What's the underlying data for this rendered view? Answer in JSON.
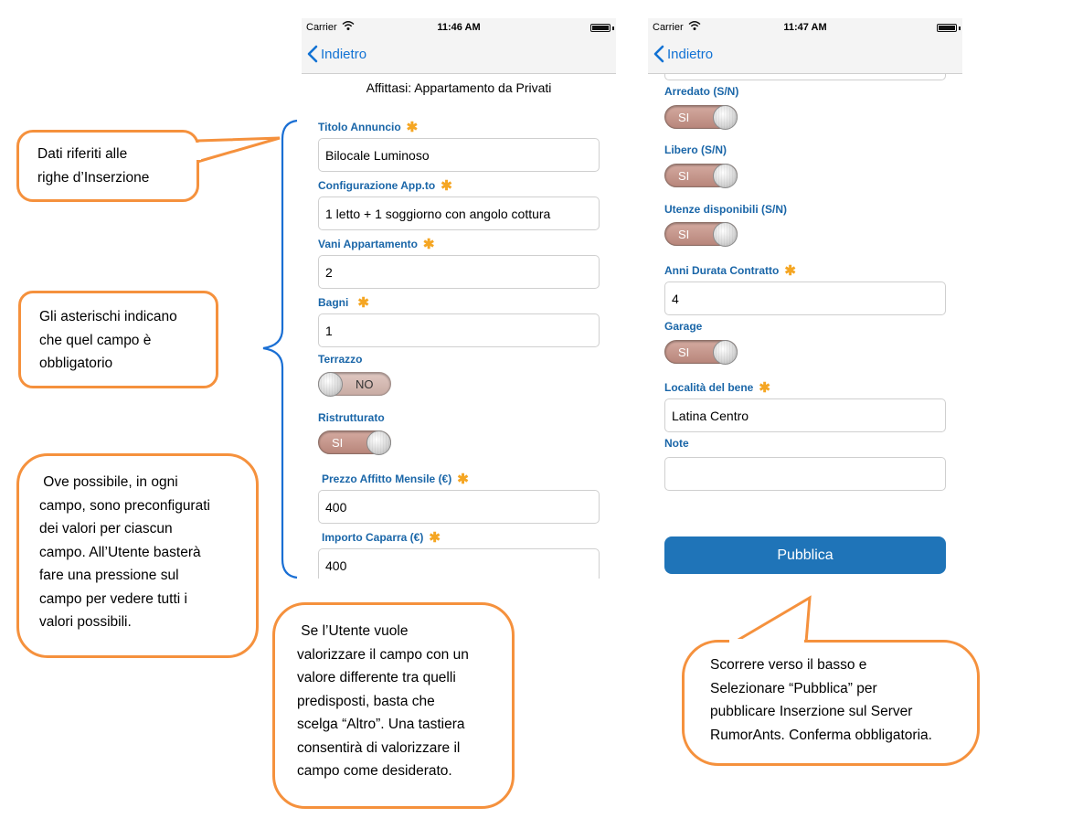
{
  "phone_left": {
    "status": {
      "carrier": "Carrier",
      "time": "11:46 AM"
    },
    "nav": {
      "back": "Indietro"
    },
    "title": "Affittasi: Appartamento da Privati",
    "fields": {
      "titolo_label": "Titolo Annuncio",
      "titolo_value": "Bilocale Luminoso",
      "config_label": "Configurazione App.to",
      "config_value": "1 letto + 1 soggiorno con angolo cottura",
      "vani_label": "Vani Appartamento",
      "vani_value": "2",
      "bagni_label": "Bagni",
      "bagni_value": "1",
      "terrazzo_label": "Terrazzo",
      "terrazzo_value": "NO",
      "ristrutturato_label": "Ristrutturato",
      "ristrutturato_value": "SI",
      "prezzo_label": "Prezzo Affitto Mensile (€)",
      "prezzo_value": "400",
      "caparra_label": "Importo Caparra  (€)",
      "caparra_value": "400"
    },
    "required_mark": "✱"
  },
  "phone_right": {
    "status": {
      "carrier": "Carrier",
      "time": "11:47 AM"
    },
    "nav": {
      "back": "Indietro"
    },
    "fields": {
      "arredato_label": "Arredato (S/N)",
      "arredato_value": "SI",
      "libero_label": "Libero (S/N)",
      "libero_value": "SI",
      "utenze_label": "Utenze disponibili (S/N)",
      "utenze_value": "SI",
      "anni_label": "Anni Durata Contratto",
      "anni_value": "4",
      "garage_label": "Garage",
      "garage_value": "SI",
      "localita_label": "Località del bene",
      "localita_value": "Latina Centro",
      "note_label": "Note",
      "note_value": ""
    },
    "publish": "Pubblica"
  },
  "annotations": {
    "note1": [
      "Dati riferiti alle",
      "righe d’Inserzione"
    ],
    "note2": [
      "Gli asterischi indicano",
      "che quel campo è",
      "obbligatorio"
    ],
    "note3": [
      " Ove possibile, in ogni",
      "campo, sono preconfigurati",
      "dei valori per ciascun",
      "campo. All’Utente basterà",
      "fare una pressione sul",
      "campo per vedere tutti i",
      "valori possibili."
    ],
    "note4": [
      " Se l’Utente vuole",
      "valorizzare il campo con un",
      "valore differente tra quelli",
      "predisposti, basta che",
      "scelga “Altro”. Una tastiera",
      "consentirà di valorizzare il",
      "campo come desiderato."
    ],
    "note5": [
      "Scorrere verso il basso e",
      "Selezionare “Pubblica” per",
      "pubblicare Inserzione sul Server",
      "RumorAnts. Conferma obbligatoria."
    ]
  },
  "colors": {
    "accent": "#1172d4",
    "label": "#1a66a8",
    "asterisk": "#f5a623",
    "callout_border": "#f5913d",
    "publish_bg": "#1f74b8",
    "toggle_bg": "#b8867b"
  },
  "icons": [
    "wifi-icon",
    "battery-icon",
    "back-chevron-icon",
    "toggle-knob-icon"
  ]
}
